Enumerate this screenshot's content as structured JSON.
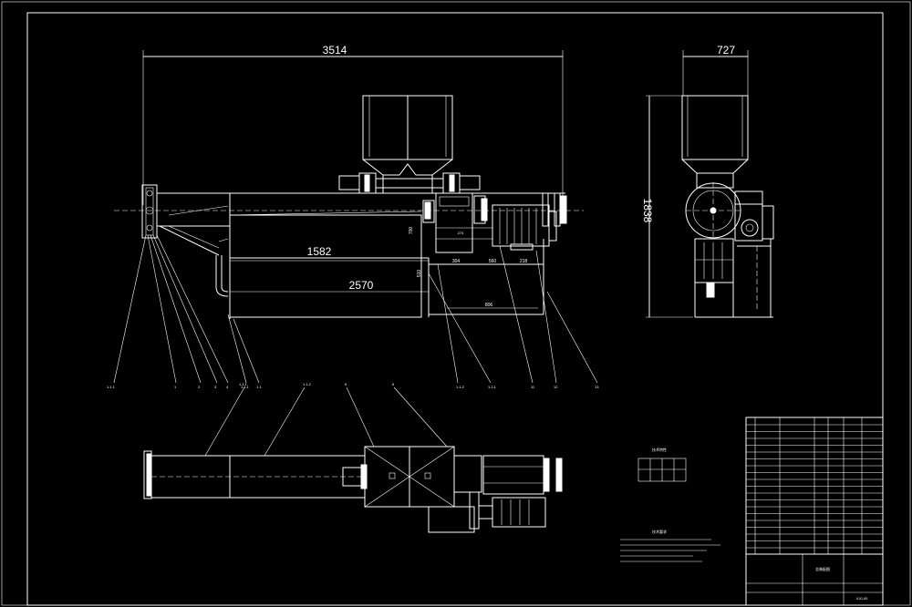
{
  "drawing": {
    "dimensions": {
      "overall_length": "3514",
      "side_width": "727",
      "side_height": "1838",
      "hopper_offset": "1582",
      "barrel_length": "2570",
      "d_304": "304",
      "d_560": "560",
      "d_218": "218",
      "d_806": "806",
      "d_510": "510",
      "d_700": "700",
      "d_274": "274"
    },
    "balloons": {
      "b1": "1.1.1",
      "b2": "1",
      "b3": "2",
      "b4": "3",
      "b5": "4",
      "b6": "1.1.1",
      "b7": "1.1",
      "b8": "1.1.2",
      "b9": "1.2.1",
      "b10": "11",
      "b11": "12",
      "b12": "13",
      "plan1": "1.1.1",
      "plan2": "1.1.2",
      "plan3": "5",
      "plan4": "6"
    },
    "notes": {
      "spec_title": "技术特性",
      "req_title": "技术要求"
    },
    "title_block": {
      "name": "总装配图",
      "drawing_no": "XJ0-00"
    }
  },
  "colors": {
    "background": "#000000",
    "line": "#ffffff"
  }
}
